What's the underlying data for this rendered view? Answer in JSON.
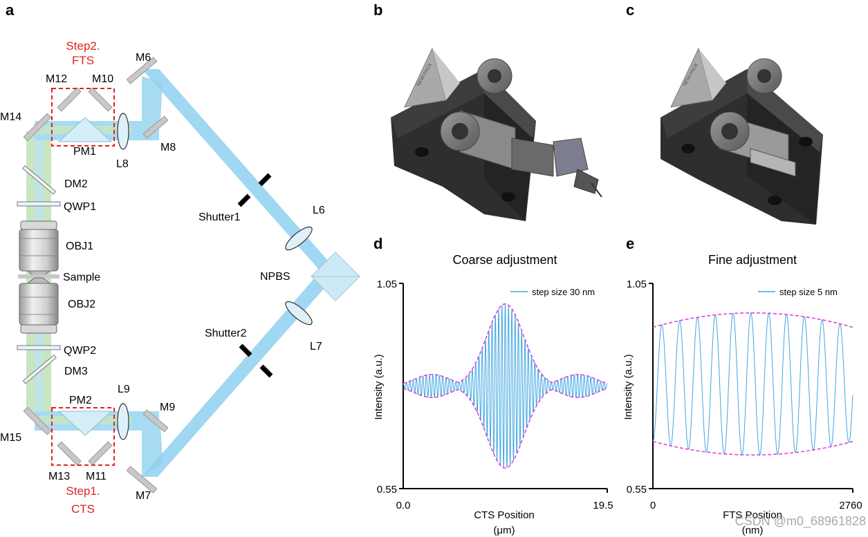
{
  "panels": {
    "a": "a",
    "b": "b",
    "c": "c",
    "d": "d",
    "e": "e"
  },
  "colors": {
    "beam_blue": "#8fd0f0",
    "beam_green": "#c8e6c0",
    "step_box": "#e02020",
    "envelope": "#e040e0",
    "trace": "#3fa6e0",
    "mirror": "#c8c8c8"
  },
  "diagram": {
    "step2_line1": "Step2.",
    "step2_line2": "FTS",
    "step1_line1": "Step1.",
    "step1_line2": "CTS",
    "labels": {
      "M6": "M6",
      "M12": "M12",
      "M10": "M10",
      "M14": "M14",
      "PM1": "PM1",
      "L8": "L8",
      "M8": "M8",
      "DM2": "DM2",
      "QWP1": "QWP1",
      "OBJ1": "OBJ1",
      "Sample": "Sample",
      "OBJ2": "OBJ2",
      "QWP2": "QWP2",
      "DM3": "DM3",
      "PM2": "PM2",
      "L9": "L9",
      "M9": "M9",
      "M15": "M15",
      "M13": "M13",
      "M11": "M11",
      "M7": "M7",
      "Shutter1": "Shutter1",
      "Shutter2": "Shutter2",
      "L6": "L6",
      "L7": "L7",
      "NPBS": "NPBS"
    },
    "prism_text": "NEW-PACK"
  },
  "chart_data": [
    {
      "type": "line",
      "title": "Coarse adjustment",
      "xlabel_line1": "CTS Position",
      "xlabel_line2": "(μm)",
      "ylabel": "Intensity (a.u.)",
      "xlim": [
        0.0,
        19.5
      ],
      "ylim": [
        0.55,
        1.05
      ],
      "x_ticks": [
        "0.0",
        "19.5"
      ],
      "y_ticks": [
        "1.05",
        "0.55"
      ],
      "legend": "step size 30 nm",
      "legend_position": "top-right",
      "series": [
        {
          "name": "step size 30 nm",
          "fringe_count": 62,
          "center": 9.75,
          "baseline": 0.8,
          "peak_amplitude": 0.2,
          "sidelobe_amplitude": 0.012
        }
      ]
    },
    {
      "type": "line",
      "title": "Fine adjustment",
      "xlabel_line1": "FTS Position",
      "xlabel_line2": "(nm)",
      "ylabel": "Intensity (a.u.)",
      "xlim": [
        0,
        2760
      ],
      "ylim": [
        0.55,
        1.05
      ],
      "x_ticks": [
        "0",
        "2760"
      ],
      "y_ticks": [
        "1.05",
        "0.55"
      ],
      "legend": "step size 5 nm",
      "legend_position": "top-right",
      "series": [
        {
          "name": "step size 5 nm",
          "period": 246,
          "phase_start": 0.75,
          "baseline": 0.8,
          "envelope_top_center": 0.978,
          "envelope_top_edge": 0.943,
          "envelope_bottom_center": 0.632,
          "envelope_bottom_edge": 0.665
        }
      ]
    }
  ],
  "watermark": "CSDN @m0_68961828"
}
